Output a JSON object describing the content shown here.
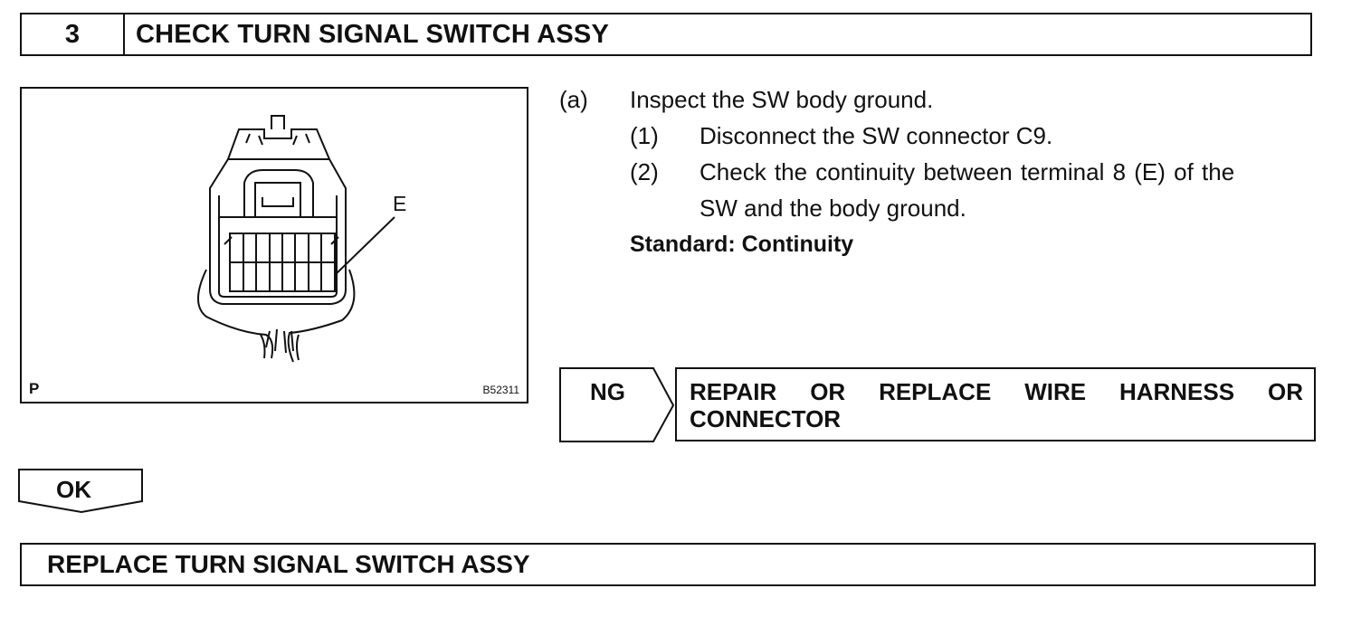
{
  "step": {
    "number": "3",
    "title": "CHECK TURN SIGNAL SWITCH ASSY"
  },
  "figure": {
    "corner_label": "P",
    "figure_code": "B52311",
    "callout": "E"
  },
  "procedure": {
    "a_label": "(a)",
    "a_text": "Inspect the SW body ground.",
    "steps": [
      {
        "label": "(1)",
        "lines": [
          "Disconnect the SW connector C9."
        ]
      },
      {
        "label": "(2)",
        "lines": [
          "Check the continuity between terminal 8 (E) of the",
          "SW and the body ground."
        ]
      }
    ],
    "standard": "Standard: Continuity"
  },
  "ng": {
    "tag": "NG",
    "result_line1": [
      "REPAIR",
      "OR",
      "REPLACE",
      "WIRE",
      "HARNESS",
      "OR"
    ],
    "result_line2": "CONNECTOR"
  },
  "ok": {
    "tag": "OK"
  },
  "final": {
    "text": "REPLACE TURN SIGNAL SWITCH ASSY"
  }
}
